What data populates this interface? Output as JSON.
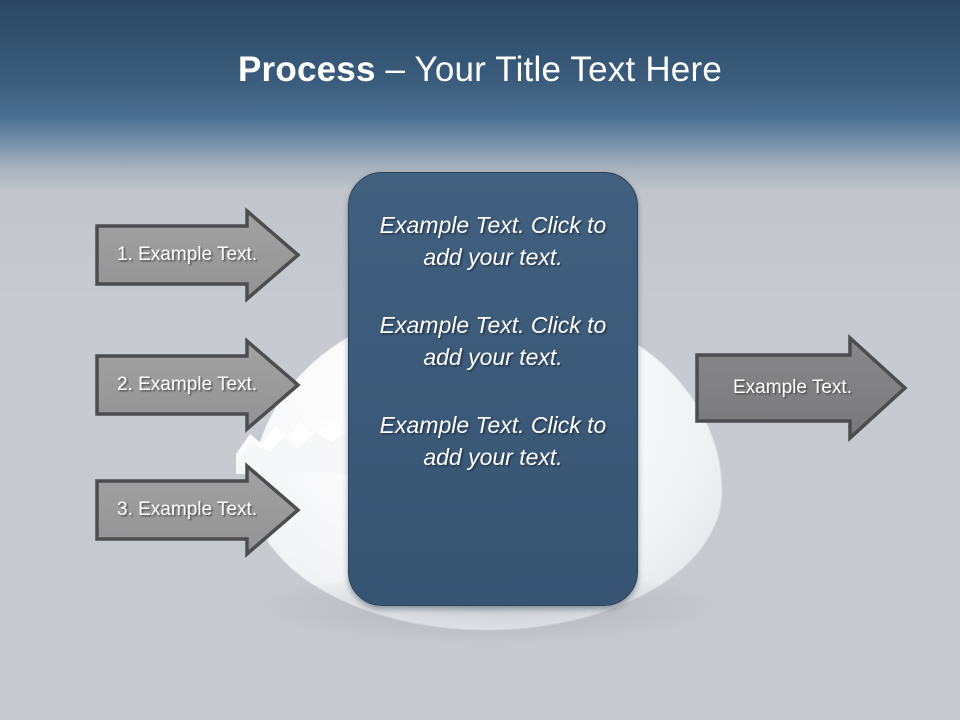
{
  "slide": {
    "title_bold": "Process",
    "title_rest": " – Your Title Text Here",
    "background": {
      "top_color": "#2b4764",
      "mid_color": "#4c7092",
      "bottom_color": "#c6c9ce",
      "decoration": "egg-shape"
    }
  },
  "center_box": {
    "fill_color": "#3c5a79",
    "border_color": "#2c4258",
    "paragraphs": [
      "Example Text. Click  to add your text.",
      "Example Text. Click  to add your text.",
      "Example Text. Click  to add your text."
    ]
  },
  "input_arrows": {
    "fill_color": "#9a9a9a",
    "border_color": "#4d4d4f",
    "items": [
      {
        "label": "1. Example Text."
      },
      {
        "label": "2. Example Text."
      },
      {
        "label": "3. Example Text."
      }
    ]
  },
  "output_arrow": {
    "fill_color": "#808083",
    "border_color": "#4d4d4f",
    "label": "Example Text."
  }
}
